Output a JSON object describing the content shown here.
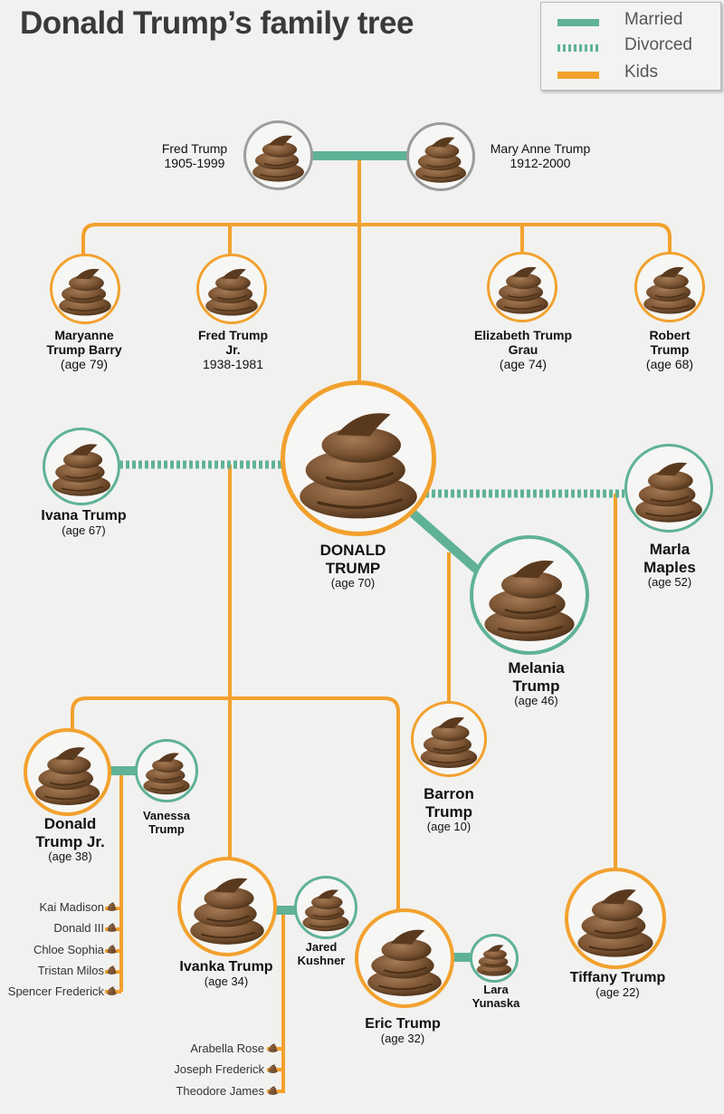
{
  "title": "Donald Trump’s family tree",
  "legend": {
    "married": "Married",
    "divorced": "Divorced",
    "kids": "Kids"
  },
  "colors": {
    "married": "#5fb297",
    "kids": "#f2a12e",
    "grandparent_ring": "#9c9c9c"
  },
  "icon": "poop-emoji-icon",
  "people": {
    "fred": {
      "name": "Fred Trump",
      "dates": "1905-1999"
    },
    "mary": {
      "name": "Mary Anne Trump",
      "dates": "1912-2000"
    },
    "maryanne": {
      "name": "Maryanne Trump Barry",
      "dates": "(age 79)"
    },
    "fredjr": {
      "name": "Fred Trump Jr.",
      "dates": "1938-1981"
    },
    "elizabeth": {
      "name": "Elizabeth Trump Grau",
      "dates": "(age 74)"
    },
    "robert": {
      "name": "Robert Trump",
      "dates": "(age 68)"
    },
    "donald": {
      "name": "DONALD TRUMP",
      "dates": "(age 70)"
    },
    "ivana": {
      "name": "Ivana Trump",
      "dates": "(age 67)"
    },
    "marla": {
      "name": "Marla Maples",
      "dates": "(age 52)"
    },
    "melania": {
      "name": "Melania Trump",
      "dates": "(age 46)"
    },
    "donjr": {
      "name": "Donald Trump Jr.",
      "dates": "(age 38)"
    },
    "vanessa": {
      "name": "Vanessa Trump"
    },
    "barron": {
      "name": "Barron Trump",
      "dates": "(age 10)"
    },
    "ivanka": {
      "name": "Ivanka Trump",
      "dates": "(age 34)"
    },
    "jared": {
      "name": "Jared Kushner"
    },
    "eric": {
      "name": "Eric Trump",
      "dates": "(age 32)"
    },
    "lara": {
      "name": "Lara Yunaska"
    },
    "tiffany": {
      "name": "Tiffany Trump",
      "dates": "(age 22)"
    }
  },
  "grandkids_donjr": [
    "Kai Madison",
    "Donald III",
    "Chloe Sophia",
    "Tristan Milos",
    "Spencer Frederick"
  ],
  "grandkids_ivanka": [
    "Arabella Rose",
    "Joseph Frederick",
    "Theodore James"
  ]
}
